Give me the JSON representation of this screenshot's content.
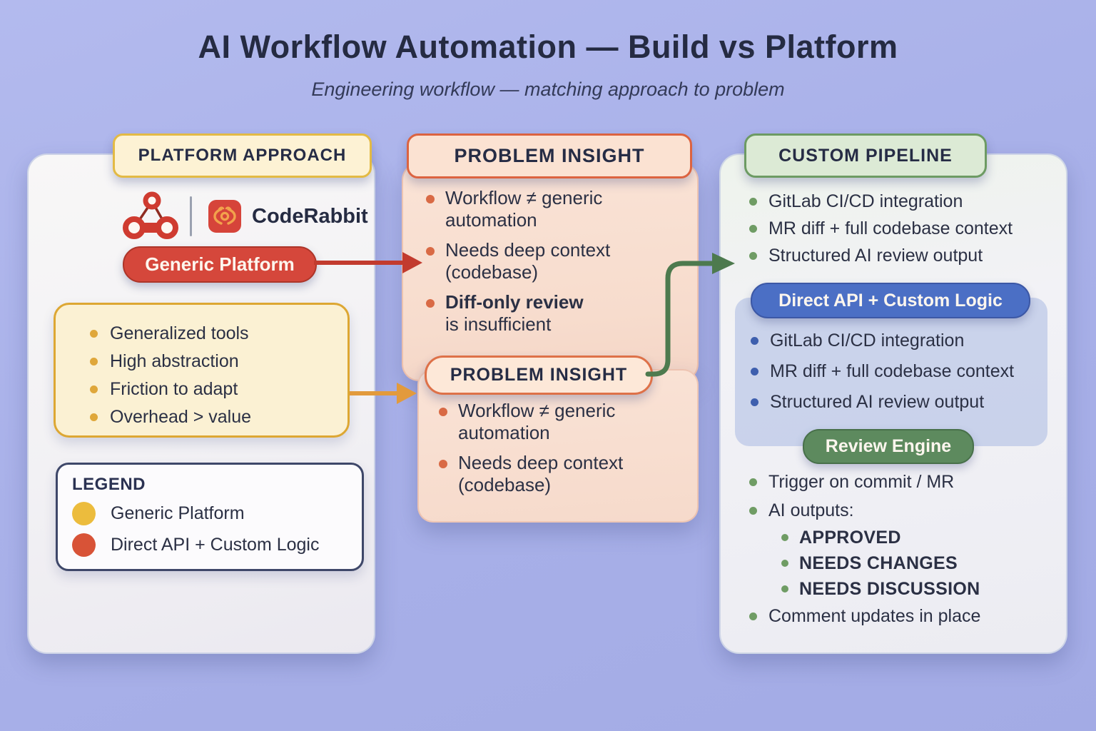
{
  "title": "AI Workflow Automation — Build vs Platform",
  "subtitle": "Engineering workflow — matching approach to problem",
  "colors": {
    "background": "#a9b1e9",
    "accent_gold": "#dda733",
    "accent_red": "#d5473b",
    "accent_orange": "#e29a3c",
    "accent_green": "#6f9c64",
    "accent_blue": "#4b6fc5",
    "text_navy": "#272d47",
    "peach_panel": "#f8ddd0"
  },
  "left": {
    "header": "PLATFORM APPROACH",
    "brand": "CodeRabbit",
    "pill": "Generic Platform",
    "bullets": [
      "Generalized tools",
      "High abstraction",
      "Friction to adapt",
      "Overhead > value"
    ],
    "legend": {
      "title": "LEGEND",
      "items": [
        {
          "label": "Generic Platform",
          "color": "#ecbc3d"
        },
        {
          "label": "Direct API + Custom Logic",
          "color": "#d85337"
        }
      ]
    }
  },
  "middle": {
    "top": {
      "header": "PROBLEM INSIGHT",
      "bullets": [
        {
          "l1": "Workflow ≠ generic",
          "l2": "automation"
        },
        {
          "l1": "Needs deep context",
          "l2": "(codebase)"
        },
        {
          "l1": "Diff-only review",
          "l2": "is insufficient"
        }
      ]
    },
    "bottom": {
      "header": "PROBLEM INSIGHT",
      "bullets": [
        {
          "l1": "Workflow ≠ generic",
          "l2": "automation"
        },
        {
          "l1": "Needs deep context",
          "l2": "(codebase)"
        }
      ]
    }
  },
  "right": {
    "header": "CUSTOM PIPELINE",
    "top_bullets": [
      "GitLab CI/CD integration",
      "MR diff + full codebase context",
      "Structured AI review output"
    ],
    "blue_pill": "Direct API + Custom Logic",
    "blue_bullets": [
      "GitLab CI/CD integration",
      "MR diff + full codebase context",
      "Structured AI review output"
    ],
    "green_pill": "Review Engine",
    "bullet_trigger": "Trigger on commit / MR",
    "bullet_outputs_label": "AI outputs:",
    "outputs": [
      "APPROVED",
      "NEEDS CHANGES",
      "NEEDS DISCUSSION"
    ],
    "bullet_comment": "Comment updates in place"
  }
}
